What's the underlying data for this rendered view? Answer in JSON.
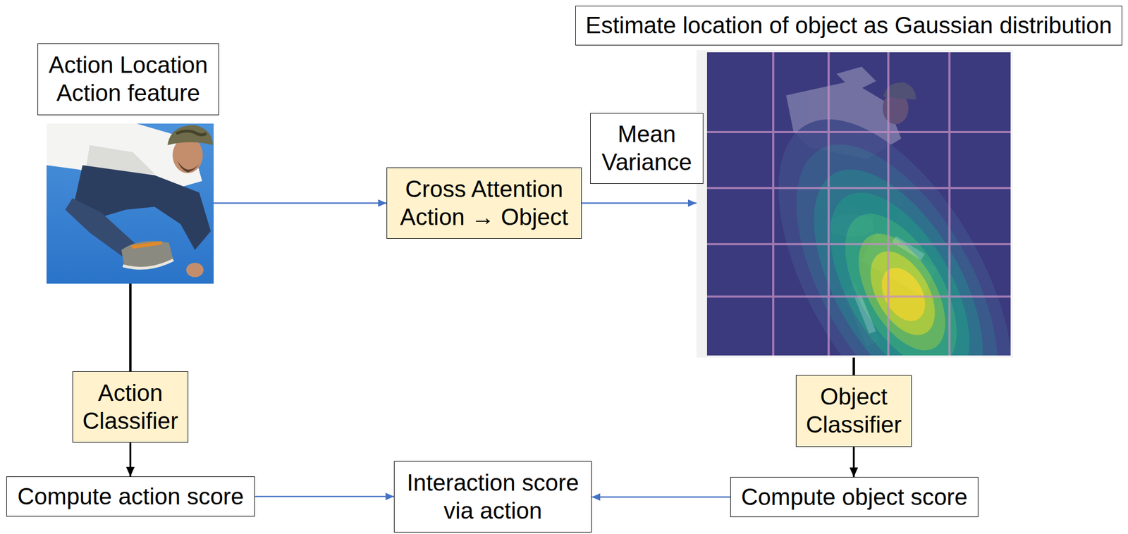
{
  "diagram": {
    "nodes": [
      {
        "text": [
          "Action Location",
          "Action feature"
        ]
      },
      {
        "text": [
          "Estimate location of object as Gaussian distribution"
        ]
      },
      {
        "text": [
          "Mean Variance"
        ]
      },
      {
        "text": [
          "Cross Attention Action → Object"
        ]
      },
      {
        "text": [
          "Action Classifier"
        ]
      },
      {
        "text": [
          "Object Classifier"
        ]
      },
      {
        "text": [
          "Compute action score"
        ]
      },
      {
        "text": [
          "Interaction score via action"
        ]
      },
      {
        "text": [
          "Compute object score"
        ]
      }
    ],
    "edges": [
      {
        "from": 0,
        "to": 3,
        "arrow": "to"
      },
      {
        "from": 3,
        "to": 1,
        "arrow": "to"
      },
      {
        "from": 0,
        "to": 4,
        "arrow": "none"
      },
      {
        "from": 4,
        "to": 6,
        "arrow": "to"
      },
      {
        "from": 1,
        "to": 5,
        "arrow": "none"
      },
      {
        "from": 5,
        "to": 8,
        "arrow": "to"
      },
      {
        "from": 6,
        "to": 7,
        "arrow": "to"
      },
      {
        "from": 8,
        "to": 7,
        "arrow": "to"
      }
    ]
  }
}
